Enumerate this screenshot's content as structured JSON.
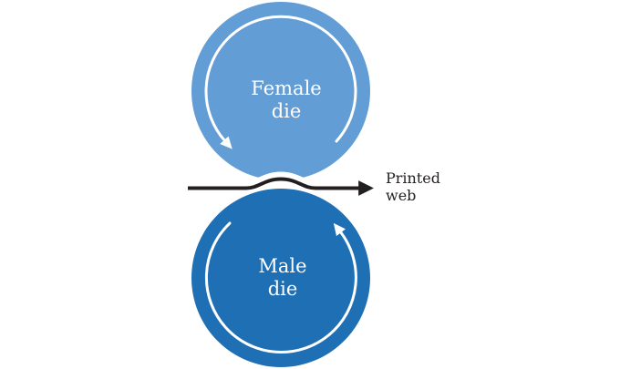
{
  "diagram": {
    "background_color": "#FFFFFF",
    "rotation_arrow_color": "#FFFFFF",
    "female_die": {
      "line1": "Female",
      "line2": "die",
      "fill_color": "#639DD6",
      "label_color": "#FFFFFF",
      "rotation": "counterclockwise"
    },
    "male_die": {
      "line1": "Male",
      "line2": "die",
      "fill_color": "#1F6FB5",
      "label_color": "#FFFFFF",
      "rotation": "counterclockwise"
    },
    "printed_web": {
      "line1": "Printed",
      "line2": "web",
      "arrow_color": "#231F20",
      "label_color": "#231F20",
      "direction": "right"
    }
  }
}
